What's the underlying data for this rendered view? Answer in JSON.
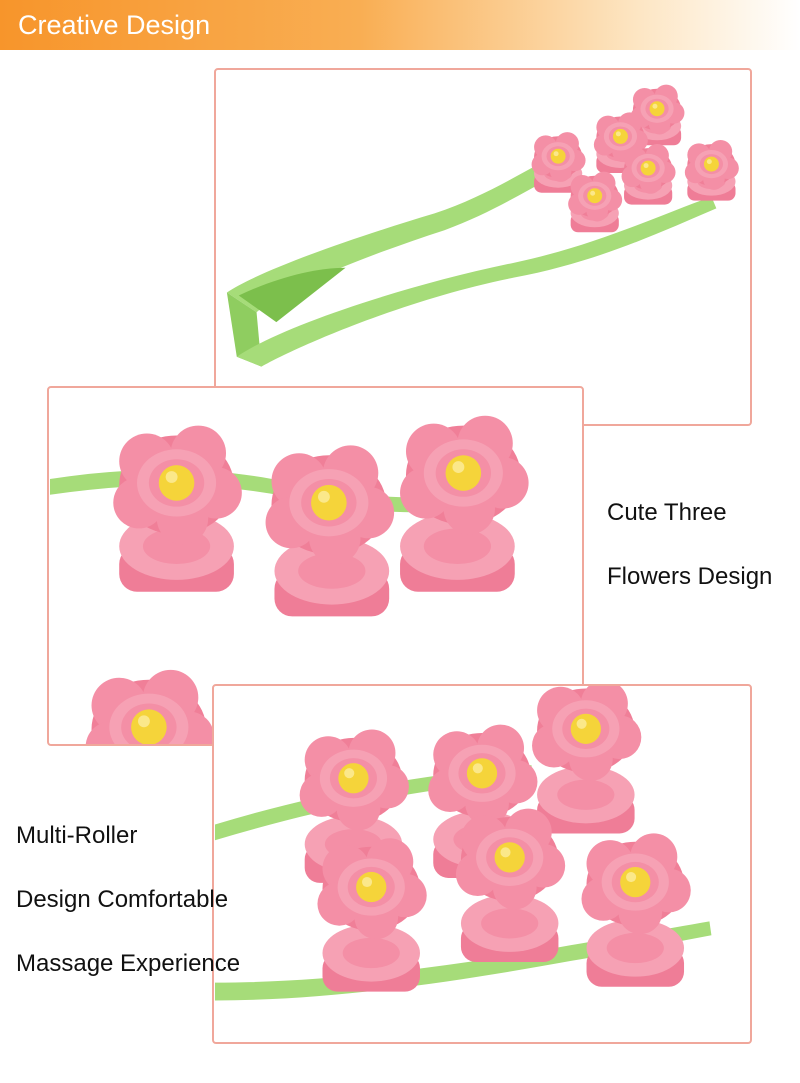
{
  "banner": {
    "title": "Creative Design"
  },
  "captions": {
    "cute_line1": "Cute Three",
    "cute_line2": "Flowers Design",
    "multi_line1": "Multi-Roller",
    "multi_line2": "Design Comfortable",
    "multi_line3": "Massage Experience"
  },
  "colors": {
    "banner_orange": "#f7952b",
    "frame_border": "#f0a79b",
    "flower_pink": "#f48fa6",
    "flower_center": "#f5d43a",
    "handle_green": "#a6dc79"
  }
}
